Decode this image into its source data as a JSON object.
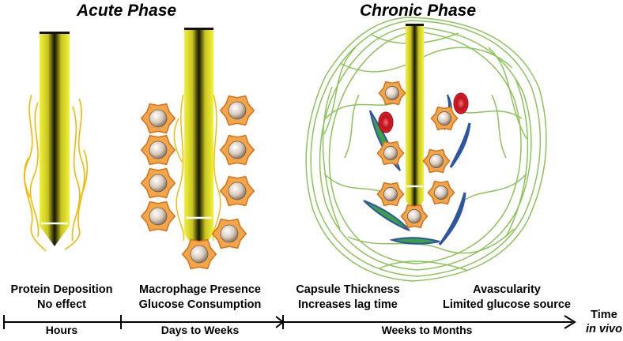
{
  "phases": {
    "acute": "Acute Phase",
    "chronic": "Chronic Phase"
  },
  "stages": [
    {
      "line1": "Protein Deposition",
      "line2": "No effect"
    },
    {
      "line1": "Macrophage Presence",
      "line2": "Glucose Consumption"
    },
    {
      "line1": "Capsule Thickness",
      "line2": "Increases lag time"
    },
    {
      "line1": "Avascularity",
      "line2": "Limited glucose source"
    }
  ],
  "timeline": {
    "intervals": [
      "Hours",
      "Days to Weeks",
      "Weeks to Months"
    ],
    "axis_label": "Time",
    "axis_label_italic": "in vivo"
  },
  "colors": {
    "needle_core": "#1a1a00",
    "needle_edge": "#f2f23a",
    "protein_fiber": "#f5b800",
    "macrophage_fill": "#f3a548",
    "macrophage_outline": "#d4701c",
    "nucleus": "#d8cbbd",
    "collagen": "#8cc35a",
    "fibroblast": "#3aa04a",
    "fibroblast_outline": "#2f55a0",
    "red_blood_cell": "#e0202a"
  },
  "icons": [
    "sensor-needle-icon",
    "protein-fiber-icon",
    "macrophage-icon",
    "fibroblast-icon",
    "red-blood-cell-icon",
    "collagen-capsule-icon"
  ]
}
